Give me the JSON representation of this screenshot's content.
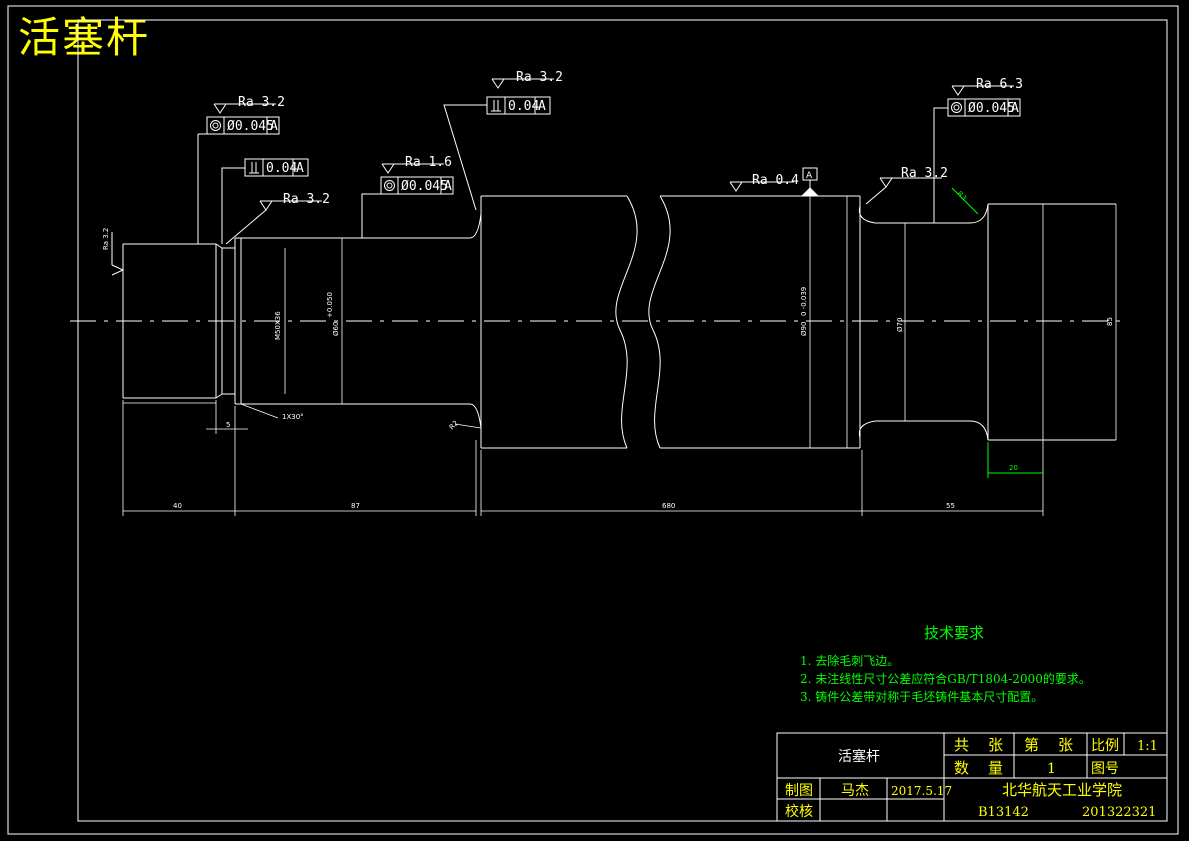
{
  "title": "活塞杆",
  "roughness": {
    "r1": "Ra 3.2",
    "r2": "Ra 3.2",
    "r3": "Ra 1.6",
    "r4": "Ra 3.2",
    "r5": "Ra 0.4",
    "r6": "Ra 3.2",
    "r7": "Ra 6.3",
    "left_end": "Ra 3.2"
  },
  "tolerance_frames": {
    "f1": {
      "value": "Ø0.045",
      "datum": "A"
    },
    "f2": {
      "value": "0.04",
      "datum": "A"
    },
    "f3": {
      "value": "Ø0.045",
      "datum": "A"
    },
    "f4": {
      "value": "0.04",
      "datum": "A"
    },
    "f5": {
      "value": "Ø0.045",
      "datum": "A"
    }
  },
  "datum_label": "A",
  "dimensions": {
    "d40": "40",
    "d87": "87",
    "d680": "680",
    "d55": "55",
    "d20": "20",
    "d5": "5",
    "thread": "M50X36",
    "d60": "Ø60",
    "d90": "Ø90",
    "d70": "Ø70",
    "d85": "85",
    "tol60": "+0.050",
    "tol90": "0 -0.039",
    "chamfer": "1X30°",
    "r2": "R2",
    "r3": "R3"
  },
  "tech": {
    "heading": "技术要求",
    "items": [
      "1. 去除毛刺飞边。",
      "2. 未注线性尺寸公差应符合GB/T1804-2000的要求。",
      "3. 铸件公差带对称于毛坯铸件基本尺寸配置。"
    ]
  },
  "title_block": {
    "part_name": "活塞杆",
    "total": "共",
    "sheets": "张",
    "sheet_no": "第",
    "sheets2": "张",
    "scale_label": "比例",
    "scale_value": "1:1",
    "qty_label_1": "数",
    "qty_label_2": "量",
    "qty_value": "1",
    "drawing_no": "图号",
    "drafter_label": "制图",
    "drafter": "马杰",
    "date": "2017.5.17",
    "checker_label": "校核",
    "school": "北华航天工业学院",
    "class_code": "B13142",
    "student_id": "201322321"
  },
  "colors": {
    "background": "#000000",
    "lines": "#ffffff",
    "title": "#ffff00",
    "notes": "#00ff00"
  }
}
